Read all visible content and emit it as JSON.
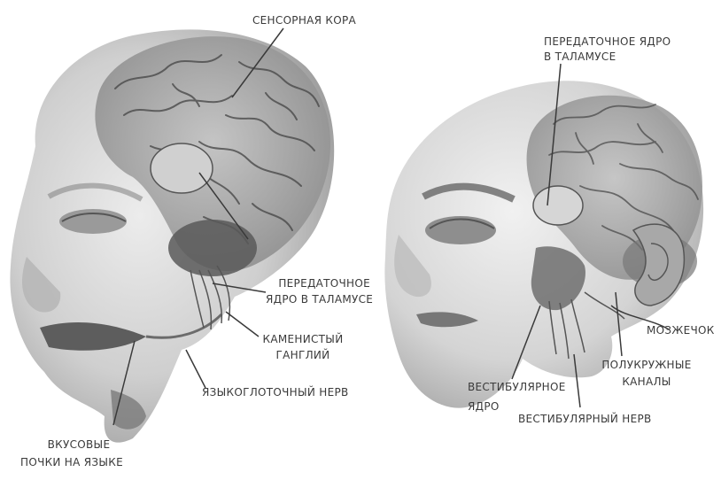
{
  "labels": {
    "sensory_cortex": "СЕНСОРНАЯ КОРА",
    "relay_left_1": "ПЕРЕДАТОЧНОЕ",
    "relay_left_2": "ЯДРО В ТАЛАМУСЕ",
    "petrous_1": "КАМЕНИСТЫЙ",
    "petrous_2": "ГАНГЛИЙ",
    "glossopharyngeal": "ЯЗЫКОГЛОТОЧНЫЙ НЕРВ",
    "taste_buds_1": "ВКУСОВЫЕ",
    "taste_buds_2": "ПОЧКИ НА ЯЗЫКЕ",
    "relay_right_1": "ПЕРЕДАТОЧНОЕ ЯДРО",
    "relay_right_2": "В ТАЛАМУСЕ",
    "cerebellum": "МОЗЖЕЧОК",
    "canals_1": "ПОЛУКРУЖНЫЕ",
    "canals_2": "КАНАЛЫ",
    "vestibular_nucleus_1": "ВЕСТИБУЛЯРНОЕ",
    "vestibular_nucleus_2": "ЯДРО",
    "vestibular_nerve": "ВЕСТИБУЛЯРНЫЙ НЕРВ"
  },
  "colors": {
    "skin_light": "#e3e3e3",
    "skin_mid": "#bdbdbd",
    "skin_shadow": "#8a8a8a",
    "brain": "#a9a9a9",
    "brain_dark": "#5a5a5a",
    "ink": "#3a3a3a"
  }
}
